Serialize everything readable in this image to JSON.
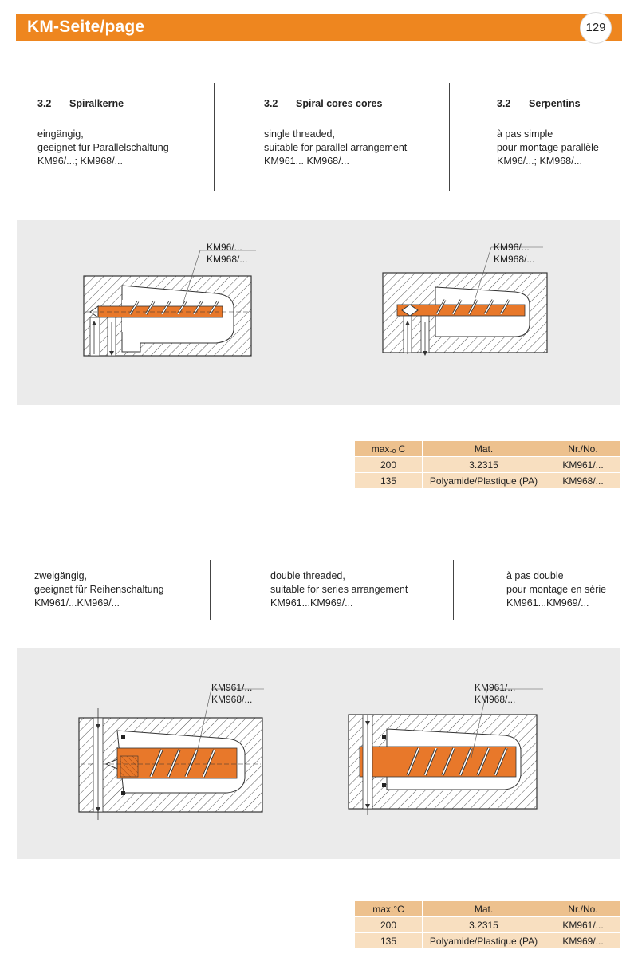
{
  "header": {
    "title": "KM-Seite/page",
    "page_number": "129"
  },
  "section1": {
    "de": {
      "num": "3.2",
      "title": "Spiralkerne",
      "lines": [
        "eingängig,",
        "geeignet für Parallelschaltung",
        "KM96/...; KM968/..."
      ]
    },
    "en": {
      "num": "3.2",
      "title": "Spiral cores cores",
      "lines": [
        "single threaded,",
        "suitable for parallel arrangement",
        "KM961... KM968/..."
      ]
    },
    "fr": {
      "num": "3.2",
      "title": "Serpentins",
      "lines": [
        "à pas simple",
        "pour montage parallèle",
        "KM96/...; KM968/..."
      ]
    }
  },
  "diagram1": {
    "left": {
      "label1": "KM96/...",
      "label2": "KM968/..."
    },
    "right": {
      "label1": "KM96/...",
      "label2": "KM968/..."
    }
  },
  "table1": {
    "headers": [
      "max.ₒ C",
      "Mat.",
      "Nr./No."
    ],
    "rows": [
      [
        "200",
        "3.2315",
        "KM961/..."
      ],
      [
        "135",
        "Polyamide/Plastique (PA)",
        "KM968/..."
      ]
    ]
  },
  "section2": {
    "de": {
      "lines": [
        "zweigängig,",
        "geeignet für Reihenschaltung",
        "KM961/...KM969/..."
      ]
    },
    "en": {
      "lines": [
        "double threaded,",
        "suitable for series arrangement",
        "KM961...KM969/..."
      ]
    },
    "fr": {
      "lines": [
        "à pas double",
        "pour montage en série",
        "KM961...KM969/..."
      ]
    }
  },
  "diagram2": {
    "left": {
      "label1": "KM961/...",
      "label2": "KM968/..."
    },
    "right": {
      "label1": "KM961/...",
      "label2": "KM968/..."
    }
  },
  "table2": {
    "headers": [
      "max.°C",
      "Mat.",
      "Nr./No."
    ],
    "rows": [
      [
        "200",
        "3.2315",
        "KM961/..."
      ],
      [
        "135",
        "Polyamide/Plastique (PA)",
        "KM969/..."
      ]
    ]
  },
  "colors": {
    "accent": "#ee861f",
    "core": "#e8782a",
    "panel": "#ebebeb"
  }
}
